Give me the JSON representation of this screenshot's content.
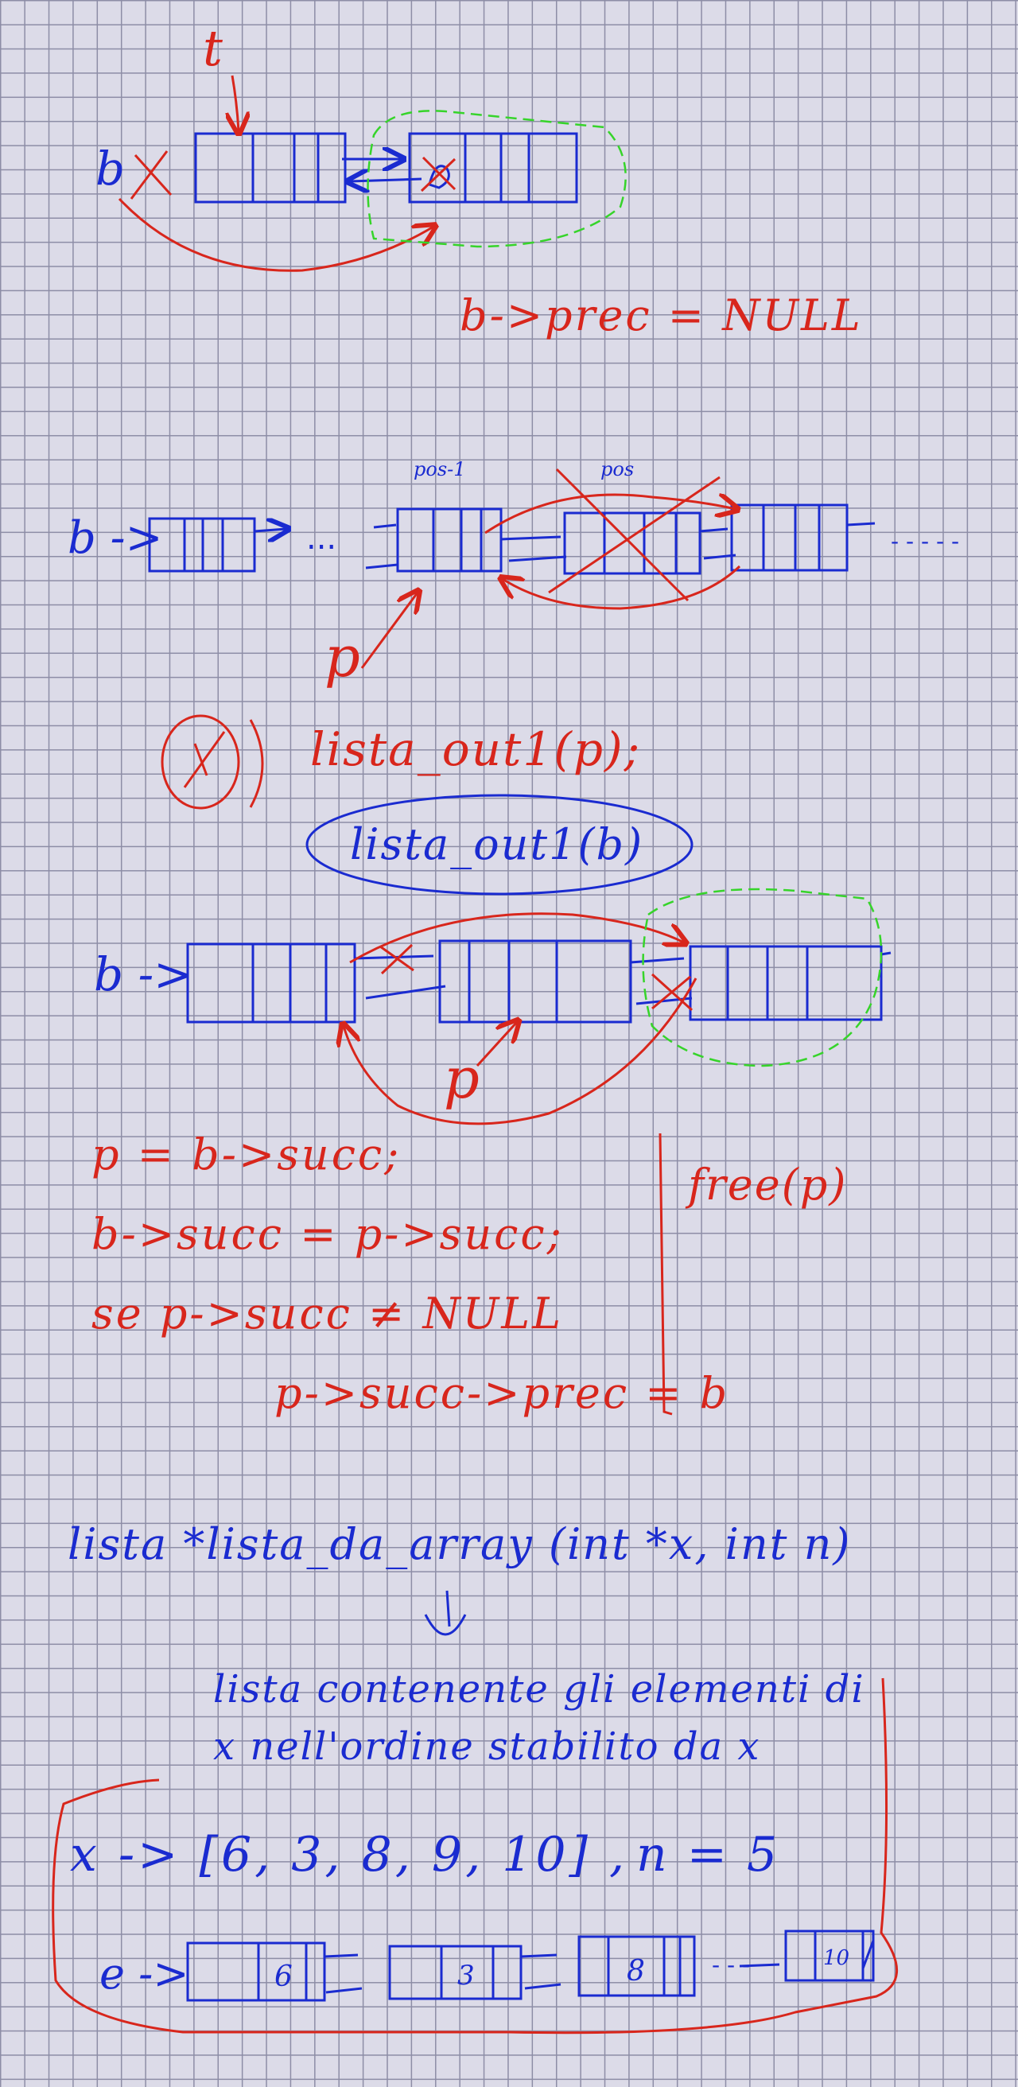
{
  "colors": {
    "paper": "#dcdbe8",
    "grid": "#8d8da6",
    "ink_blue": "#1a2bd0",
    "ink_red": "#d8261c",
    "ink_green": "#36d42a"
  },
  "diagram1": {
    "pointer_t": "t",
    "head_label": "b",
    "assignment": "b->prec = NULL"
  },
  "diagram2": {
    "head_label": "b ->",
    "label_pos_minus_1": "pos-1",
    "label_pos": "pos",
    "pointer_p": "p",
    "ellipsis_left": "...",
    "ellipsis_right": "- - - - -"
  },
  "calls": {
    "crossed_call": "lista_out1(p);",
    "circled_call": "lista_out1(b)"
  },
  "diagram3": {
    "head_label": "b ->",
    "pointer_p": "p"
  },
  "code": {
    "line1": "p = b->succ;",
    "line2": "b->succ = p->succ;",
    "line3": "se   p->succ ≠ NULL",
    "line4": "p->succ->prec = b",
    "side": "free(p)"
  },
  "function": {
    "prototype": "lista *lista_da_array (int *x, int n)",
    "description_line1": "lista contenente gli elementi di",
    "description_line2": "x nell'ordine stabilito da x"
  },
  "example": {
    "array_text": "x -> [6, 3, 8, 9, 10] ,",
    "n_text": "n = 5",
    "list_head": "e ->",
    "values": [
      "6",
      "3",
      "8",
      "10"
    ],
    "ellipsis": "- - -"
  }
}
